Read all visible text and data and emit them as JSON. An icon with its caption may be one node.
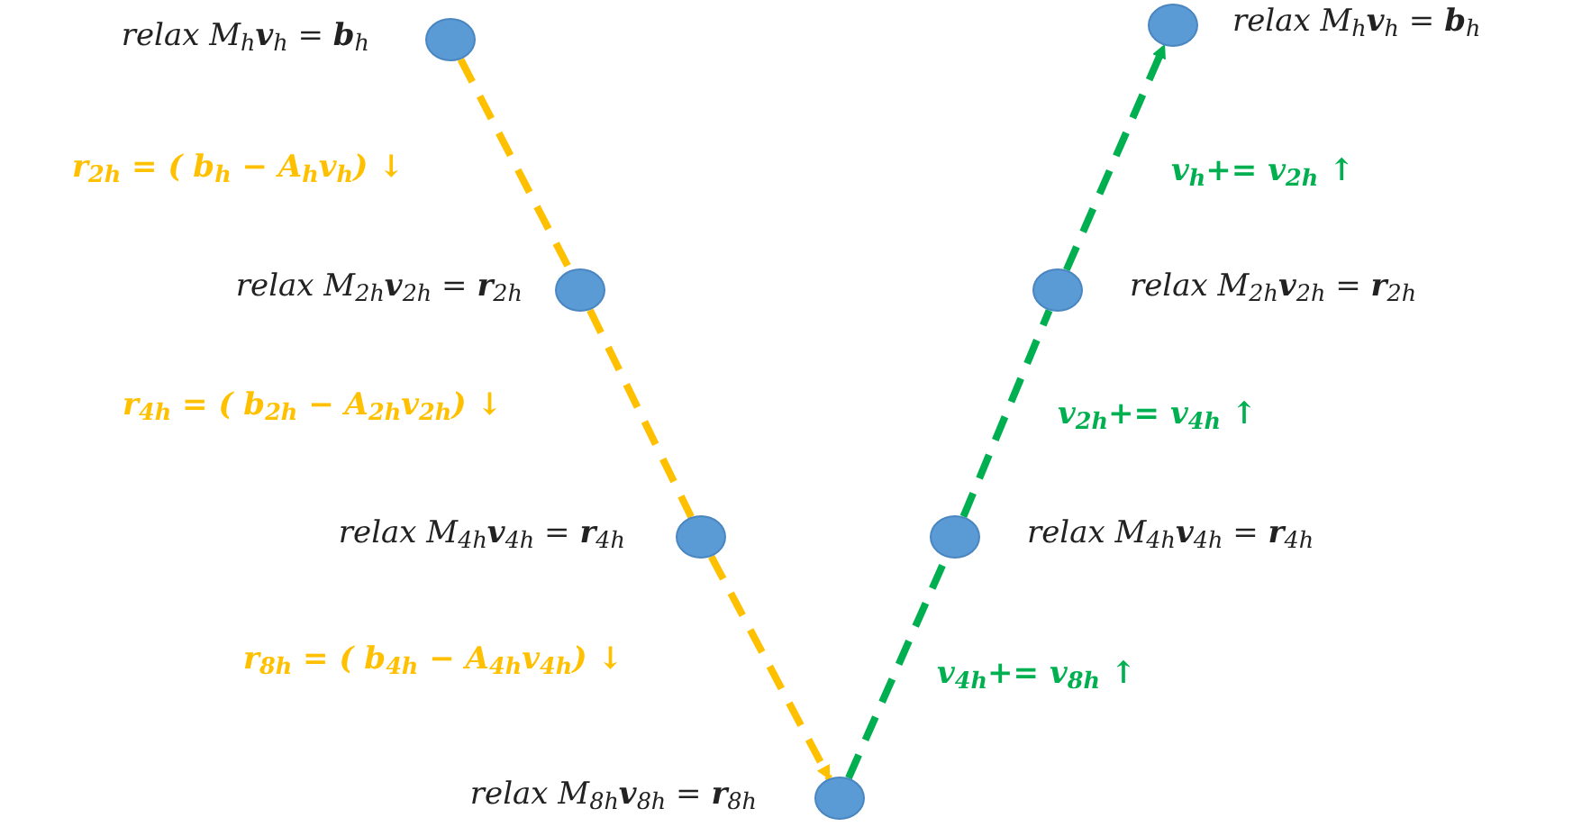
{
  "diagram": {
    "nodes": [
      {
        "text": [],
        "shape": "circle",
        "beside": [
          "relax M$_{h}$**v**$_{h}$ = **b**$_{h}$"
        ]
      },
      {
        "text": [],
        "shape": "circle",
        "beside": [
          "relax M$_{2h}$**v**$_{2h}$ = **r**$_{2h}$"
        ]
      },
      {
        "text": [],
        "shape": "circle",
        "beside": [
          "relax M$_{4h}$**v**$_{4h}$ = **r**$_{4h}$"
        ]
      },
      {
        "text": [],
        "shape": "circle",
        "beside": [
          "relax M$_{8h}$**v**$_{8h}$ = **r**$_{8h}$"
        ]
      },
      {
        "text": [],
        "shape": "circle",
        "beside": [
          "relax M$_{4h}$**v**$_{4h}$ = **r**$_{4h}$"
        ]
      },
      {
        "text": [],
        "shape": "circle",
        "beside": [
          "relax M$_{2h}$**v**$_{2h}$ = **r**$_{2h}$"
        ]
      },
      {
        "text": [],
        "shape": "circle",
        "beside": [
          "relax M$_{h}$**v**$_{h}$ = **b**$_{h}$"
        ]
      }
    ],
    "edges": [
      {
        "from": 0,
        "to": 1,
        "arrow": "none",
        "style": "dashed",
        "color": "#ffc000",
        "label": "r$_{2h}$ = ( b$_{h}$ − A$_{h}$v$_{h}$) ↓"
      },
      {
        "from": 1,
        "to": 2,
        "arrow": "none",
        "style": "dashed",
        "color": "#ffc000",
        "label": "r$_{4h}$ = ( b$_{2h}$ − A$_{2h}$v$_{2h}$) ↓"
      },
      {
        "from": 2,
        "to": 3,
        "arrow": "to",
        "style": "dashed",
        "color": "#ffc000",
        "label": "r$_{8h}$ = ( b$_{4h}$ − A$_{4h}$v$_{4h}$) ↓"
      },
      {
        "from": 3,
        "to": 4,
        "arrow": "none",
        "style": "dashed",
        "color": "#00b050",
        "label": "v$_{4h}$+= v$_{8h}$ ↑"
      },
      {
        "from": 4,
        "to": 5,
        "arrow": "none",
        "style": "dashed",
        "color": "#00b050",
        "label": "v$_{2h}$+= v$_{4h}$ ↑"
      },
      {
        "from": 5,
        "to": 6,
        "arrow": "to",
        "style": "dashed",
        "color": "#00b050",
        "label": "v$_{h}$+= v$_{2h}$ ↑"
      }
    ]
  }
}
